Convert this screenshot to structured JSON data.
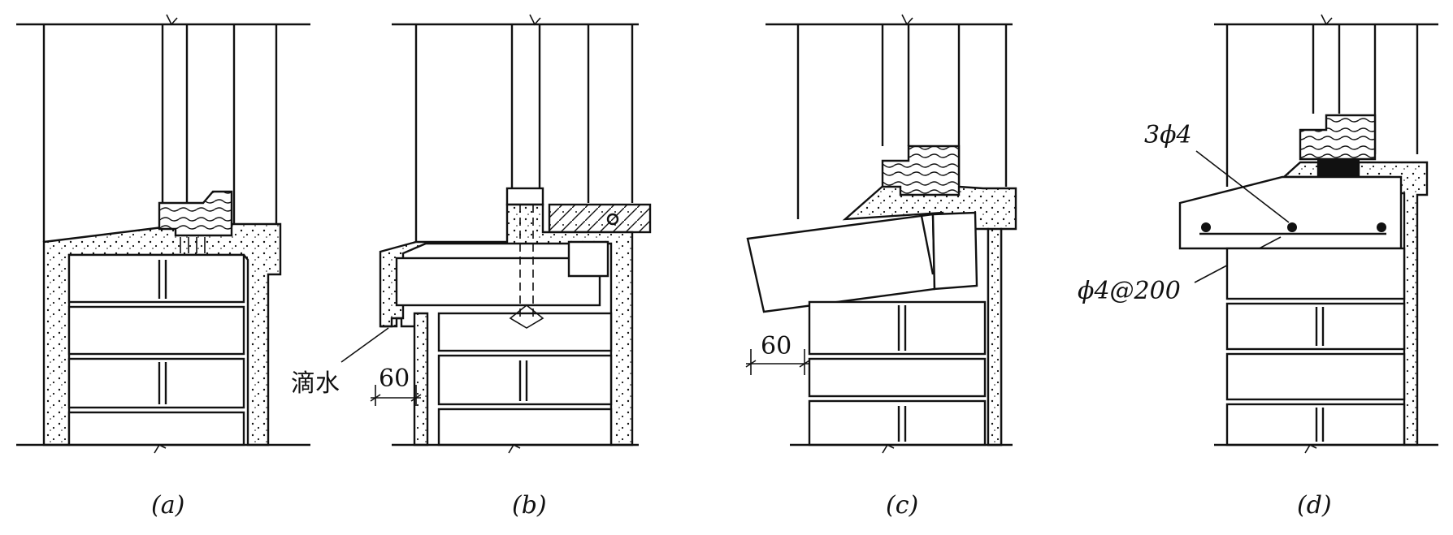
{
  "panels": [
    {
      "caption": "(a)"
    },
    {
      "caption": "(b)",
      "drip_label": "滴水",
      "dimension": "60"
    },
    {
      "caption": "(c)",
      "dimension": "60"
    },
    {
      "caption": "(d)",
      "rebar_top": "3ϕ4",
      "rebar_bottom": "ϕ4@200"
    }
  ]
}
